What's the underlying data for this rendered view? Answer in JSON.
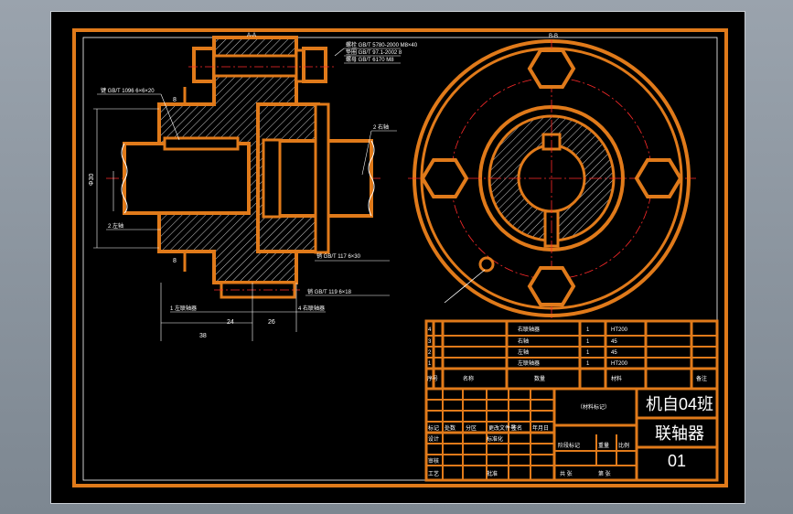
{
  "colors": {
    "frame": "#e07a1a",
    "line": "#ffffff",
    "center": "#ff2a2a",
    "background": "#000000"
  },
  "front_view": {
    "section_label": "A-A",
    "dim_width_1": "24",
    "dim_width_2": "26",
    "dim_total": "38",
    "dim_diameter": "Φ30",
    "item_mark": "8",
    "callout_bolt": "螺栓 GB/T 5780-2000 M8×40",
    "callout_washer": "垫圈 GB/T 97.1-2002 8",
    "callout_nut": "螺母 GB/T 6170 M8",
    "callout_key_left": "键 GB/T 1096 6×6×20",
    "callout_shaft_right": "2 右轴",
    "callout_shaft_left": "2 左轴",
    "callout_pin": "销 GB/T 117 6×30",
    "callout_key_bottom": "销 GB/T 119 6×18",
    "callout_coupling_left": "1 左联轴器",
    "callout_coupling_right": "4 右联轴器"
  },
  "side_view": {
    "section_label": "B-B"
  },
  "bom": {
    "rows": [
      {
        "no": "4",
        "name": "右联轴器",
        "qty": "1",
        "material": "HT200"
      },
      {
        "no": "3",
        "name": "右轴",
        "qty": "1",
        "material": "45"
      },
      {
        "no": "2",
        "name": "左轴",
        "qty": "1",
        "material": "45"
      },
      {
        "no": "1",
        "name": "左联轴器",
        "qty": "1",
        "material": "HT200"
      }
    ],
    "header": {
      "no": "序号",
      "name": "名称",
      "qty": "数量",
      "material": "材料",
      "remark": "备注"
    }
  },
  "title_block": {
    "class": "机自04班",
    "drawing_name": "联轴器",
    "drawing_no": "01",
    "material_mark": "（材料标记）",
    "row_designer": "设计",
    "row_checker": "审核",
    "row_process": "工艺",
    "row_standard": "标准化",
    "row_approve": "批准",
    "stage_mark": "阶段标记",
    "weight": "重量",
    "scale": "比例",
    "sheet_total": "共 张",
    "sheet_no": "第 张",
    "mark": "标记",
    "count": "处数",
    "zone": "分区",
    "change_doc": "更改文件号",
    "sign": "签名",
    "date": "年月日"
  }
}
